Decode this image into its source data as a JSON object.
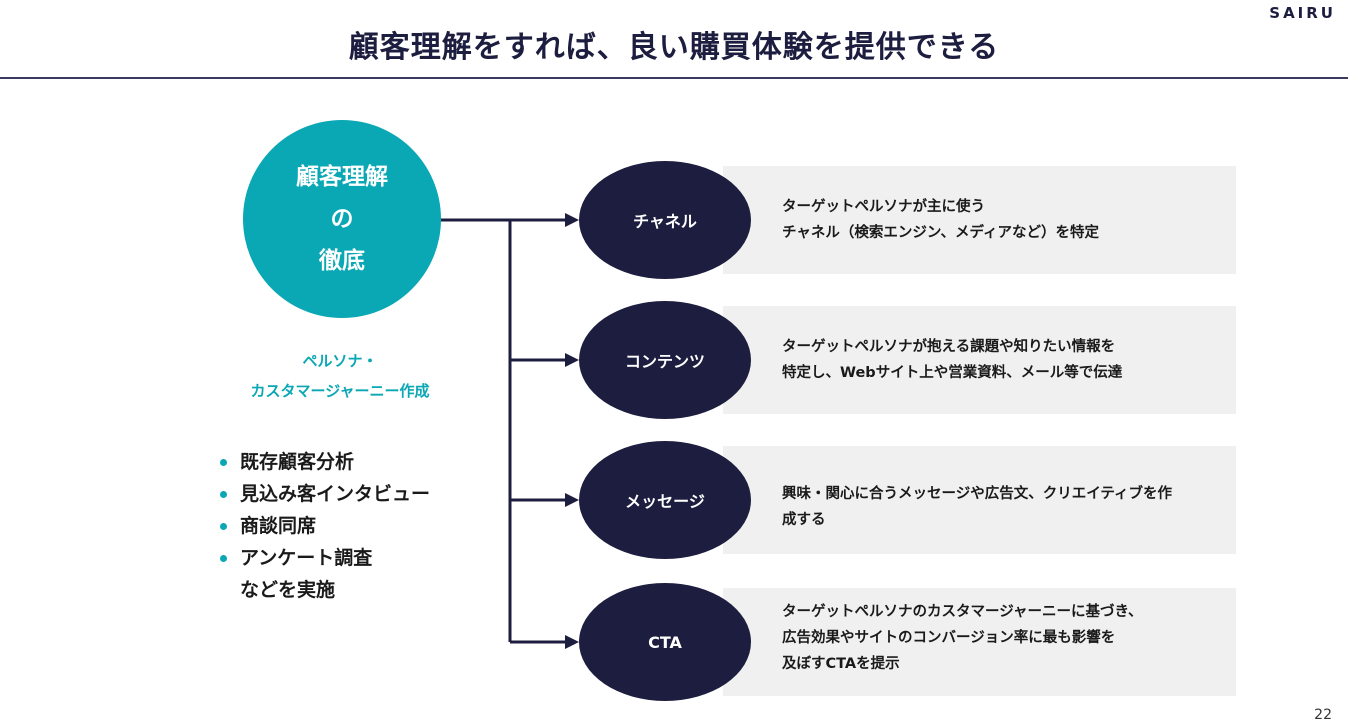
{
  "header": {
    "title": "顧客理解をすれば、良い購買体験を提供できる",
    "logo": "SAIRU"
  },
  "hub": {
    "label": "顧客理解\nの\n徹底"
  },
  "persona_caption": "ペルソナ・\nカスタマージャーニー作成",
  "methods": {
    "items": [
      "既存顧客分析",
      "見込み客インタビュー",
      "商談同席",
      "アンケート調査"
    ],
    "note": "などを実施"
  },
  "branches": [
    {
      "label": "チャネル",
      "description": "ターゲットペルソナが主に使う\nチャネル（検索エンジン、メディアなど）を特定"
    },
    {
      "label": "コンテンツ",
      "description": "ターゲットペルソナが抱える課題や知りたい情報を\n特定し、Webサイト上や営業資料、メール等で伝達"
    },
    {
      "label": "メッセージ",
      "description": "興味・関心に合うメッセージや広告文、クリエイティブを作\n成する"
    },
    {
      "label": "CTA",
      "description": "ターゲットペルソナのカスタマージャーニーに基づき、\n広告効果やサイトのコンバージョン率に最も影響を\n及ぼすCTAを提示"
    }
  ],
  "colors": {
    "navy": "#1c1d3f",
    "teal": "#0aa7b4",
    "panel": "#f0f0f0"
  },
  "page_number": "22"
}
